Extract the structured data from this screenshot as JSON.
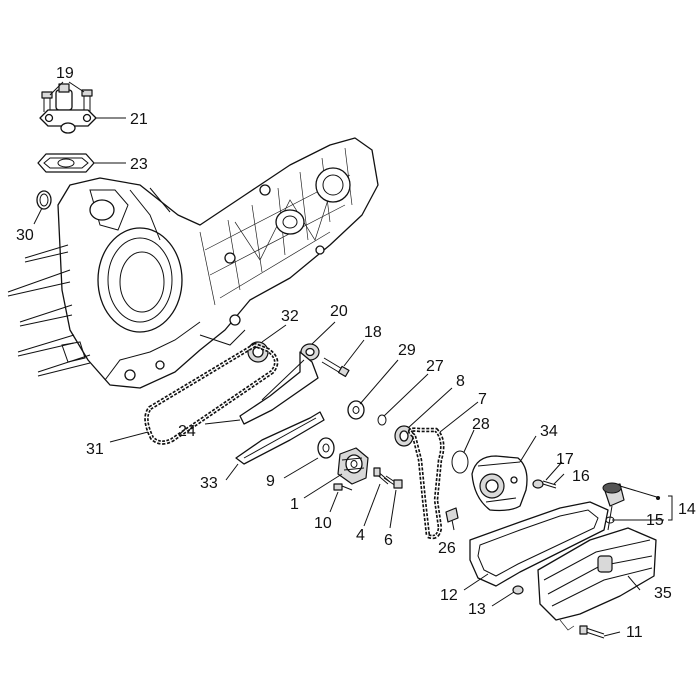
{
  "callouts": {
    "c1": "1",
    "c4": "4",
    "c6": "6",
    "c7": "7",
    "c8": "8",
    "c9": "9",
    "c10": "10",
    "c11": "11",
    "c12": "12",
    "c13": "13",
    "c14": "14",
    "c15": "15",
    "c16": "16",
    "c17": "17",
    "c18": "18",
    "c19": "19",
    "c20": "20",
    "c21": "21",
    "c23": "23",
    "c24": "24",
    "c26": "26",
    "c27": "27",
    "c28": "28",
    "c29": "29",
    "c30": "30",
    "c31": "31",
    "c32": "32",
    "c33": "33",
    "c34": "34",
    "c35": "35"
  }
}
